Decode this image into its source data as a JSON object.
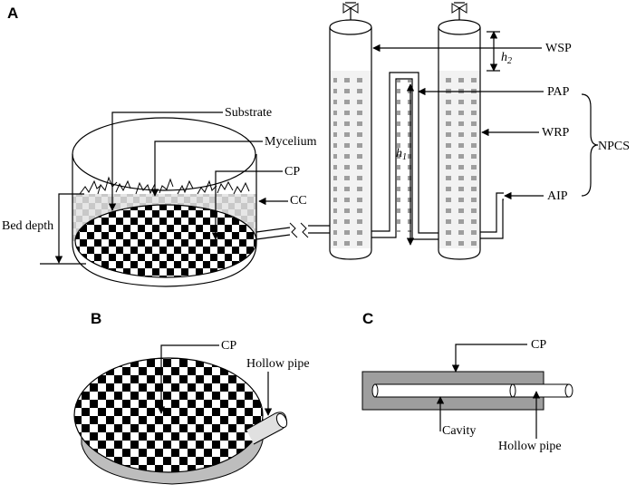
{
  "panels": {
    "a": "A",
    "b": "B",
    "c": "C"
  },
  "labels_a": {
    "substrate": "Substrate",
    "mycelium": "Mycelium",
    "cp": "CP",
    "cc": "CC",
    "bed_depth": "Bed depth",
    "wsp": "WSP",
    "pap": "PAP",
    "wrp": "WRP",
    "aip": "AIP",
    "npcs": "NPCS",
    "h1": "h",
    "h1_sub": "1",
    "h2": "h",
    "h2_sub": "2"
  },
  "labels_b": {
    "cp": "CP",
    "hollow_pipe": "Hollow pipe"
  },
  "labels_c": {
    "cp": "CP",
    "cavity": "Cavity",
    "hollow_pipe": "Hollow pipe"
  },
  "colors": {
    "line": "#000000",
    "gray": "#bdbdbd",
    "dash": "#9e9e9e",
    "light": "#d9d9d9"
  }
}
